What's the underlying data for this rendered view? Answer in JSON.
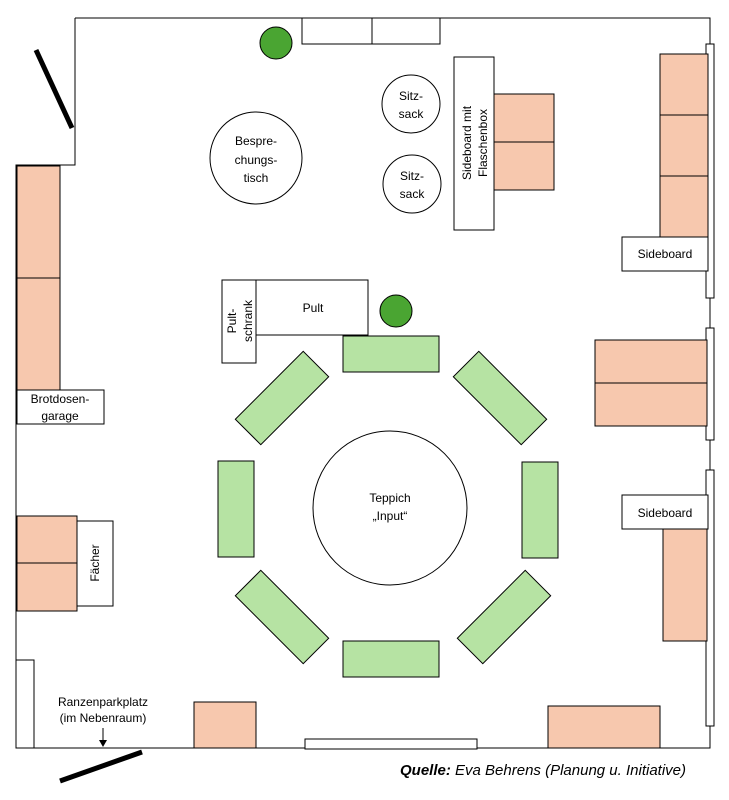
{
  "colors": {
    "peach": "#f7c8ae",
    "table_green": "#b6e3a3",
    "plant_green": "#4aa532",
    "outline": "#000000"
  },
  "labels": {
    "besprechungstisch": [
      "Bespre-",
      "chungs-",
      "tisch"
    ],
    "sitzsack1": [
      "Sitz-",
      "sack"
    ],
    "sitzsack2": [
      "Sitz-",
      "sack"
    ],
    "sideboard_flaschenbox": [
      "Sideboard mit",
      "Flaschenbox"
    ],
    "sideboard_right_top": "Sideboard",
    "sideboard_right_bottom": "Sideboard",
    "pult": "Pult",
    "pultschrank": [
      "Pult-",
      "schrank"
    ],
    "brotdosengarage": [
      "Brotdosen-",
      "garage"
    ],
    "faecher": "Fächer",
    "teppich": [
      "Teppich",
      "„Input“"
    ],
    "ranzenparkplatz": [
      "Ranzenparkplatz",
      "(im Nebenraum)"
    ]
  },
  "caption": {
    "prefix": "Quelle:",
    "text": "Eva Behrens (Planung u. Initiative)"
  }
}
